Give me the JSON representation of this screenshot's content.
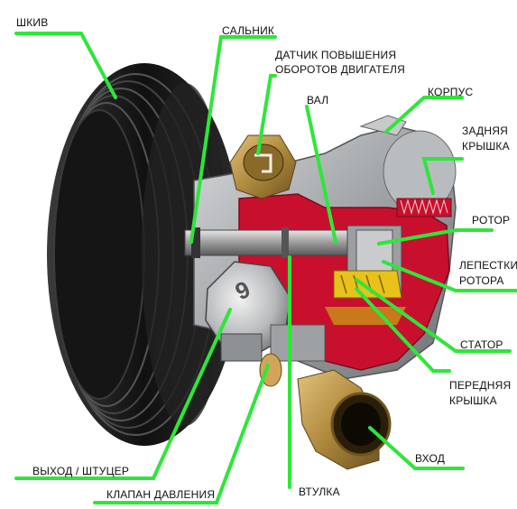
{
  "labels": {
    "pulley": "ШКИВ",
    "seal": "САЛЬНИК",
    "sensor_line1": "ДАТЧИК ПОВЫШЕНИЯ",
    "sensor_line2": "ОБОРОТОВ ДВИГАТЕЛЯ",
    "shaft": "ВАЛ",
    "housing": "КОРПУС",
    "rear_cover_line1": "ЗАДНЯЯ",
    "rear_cover_line2": "КРЫШКА",
    "rotor": "РОТОР",
    "vanes_line1": "ЛЕПЕСТКИ",
    "vanes_line2": "РОТОРА",
    "stator": "СТАТОР",
    "front_cover_line1": "ПЕРЕДНЯЯ",
    "front_cover_line2": "КРЫШКА",
    "inlet": "ВХОД",
    "outlet": "ВЫХОД / ШТУЦЕР",
    "pressure_valve": "КЛАПАН ДАВЛЕНИЯ",
    "bushing": "ВТУЛКА",
    "bolt_mark": "9"
  },
  "colors": {
    "leader": "#2ee63a",
    "cutaway": "#c8102e",
    "stator": "#e8c21a",
    "metal": "#a9acae",
    "pulley": "#1c1c1c"
  }
}
